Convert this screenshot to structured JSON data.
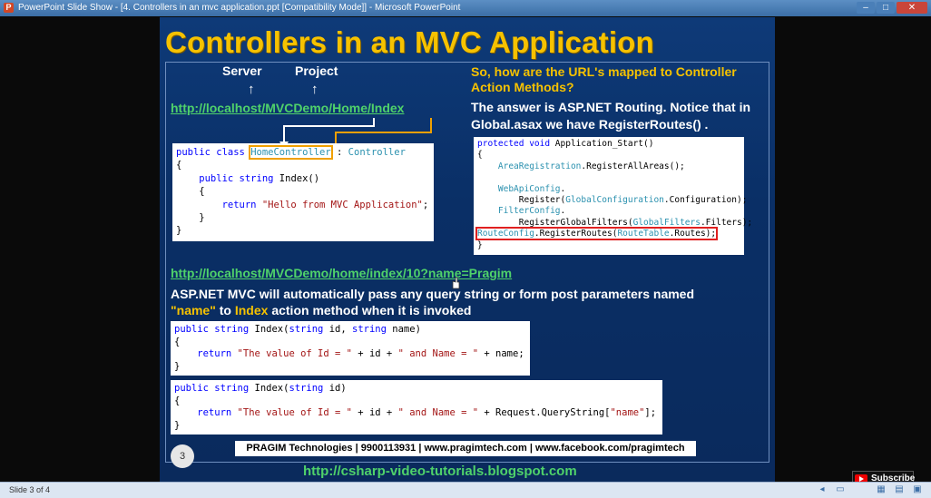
{
  "window": {
    "title": "PowerPoint Slide Show - [4. Controllers in an mvc application.ppt [Compatibility Mode]] - Microsoft PowerPoint",
    "app_icon": "P",
    "minimize": "–",
    "maximize": "□",
    "close": "✕"
  },
  "slide": {
    "title": "Controllers in an MVC Application",
    "server_label": "Server",
    "project_label": "Project",
    "arrow_glyph": "↑",
    "url1": "http://localhost/MVCDemo/Home/Index",
    "code1": {
      "l1_kw": "public class ",
      "l1_ty": "HomeController",
      "l1_rest": " : ",
      "l1_base": "Controller",
      "l2": "{",
      "l3_kw": "    public string ",
      "l3_rest": "Index()",
      "l4": "    {",
      "l5_kw": "        return ",
      "l5_str": "\"Hello from MVC Application\"",
      "l5_end": ";",
      "l6": "    }",
      "l7": "}"
    },
    "question": "So, how are the URL's mapped to Controller Action Methods?",
    "answer": "The answer is ASP.NET Routing. Notice that in Global.asax we have RegisterRoutes() .",
    "code2": {
      "l1_kw": "protected void ",
      "l1_rest": "Application_Start()",
      "l2": "{",
      "l3_ty": "    AreaRegistration",
      "l3_rest": ".RegisterAllAreas();",
      "l4": "",
      "l5_ty": "    WebApiConfig",
      "l5_rest": ".",
      "l6_a": "        Register(",
      "l6_ty": "GlobalConfiguration",
      "l6_b": ".Configuration);",
      "l7_ty": "    FilterConfig",
      "l7_rest": ".",
      "l8_a": "        RegisterGlobalFilters(",
      "l8_ty": "GlobalFilters",
      "l8_b": ".Filters);",
      "l9_ty1": "RouteConfig",
      "l9_a": ".RegisterRoutes(",
      "l9_ty2": "RouteTable",
      "l9_b": ".Routes);",
      "l10": "}"
    },
    "url2": "http://localhost/MVCDemo/home/index/10?name=Pragim",
    "note_line1": "ASP.NET MVC will automatically pass any query string or form post parameters named",
    "note_name": "\"name\"",
    "note_to": " to ",
    "note_index": "Index",
    "note_rest": " action method when it is invoked",
    "code3": {
      "l1_kw": "public string ",
      "l1_a": "Index(",
      "l1_kw2": "string ",
      "l1_b": "id, ",
      "l1_kw3": "string ",
      "l1_c": "name)",
      "l2": "{",
      "l3_kw": "    return ",
      "l3_s1": "\"The value of Id = \"",
      "l3_a": " + id + ",
      "l3_s2": "\" and Name = \"",
      "l3_b": " + name;",
      "l4": "}"
    },
    "code4": {
      "l1_kw": "public string ",
      "l1_a": "Index(",
      "l1_kw2": "string ",
      "l1_b": "id)",
      "l2": "{",
      "l3_kw": "    return ",
      "l3_s1": "\"The value of Id = \"",
      "l3_a": " + id + ",
      "l3_s2": "\" and Name = \"",
      "l3_b": " + Request.QueryString[",
      "l3_s3": "\"name\"",
      "l3_c": "];",
      "l4": "}"
    },
    "page_number": "3",
    "footer": "PRAGIM Technologies | 9900113931 | www.pragimtech.com | www.facebook.com/pragimtech",
    "footer_url": "http://csharp-video-tutorials.blogspot.com"
  },
  "status": {
    "slide_info": "Slide 3 of 4",
    "subscribe": "Subscribe"
  },
  "colors": {
    "accent_yellow": "#f6c200",
    "link_green": "#4fd26a",
    "slide_blue": "#0a2f66",
    "highlight_red": "#e02020",
    "connector_orange": "#f0a000"
  },
  "icons": [
    "presentation-icon",
    "minimize-icon",
    "maximize-icon",
    "close-icon",
    "mouse-cursor-icon",
    "youtube-icon",
    "view-buttons-icon"
  ]
}
